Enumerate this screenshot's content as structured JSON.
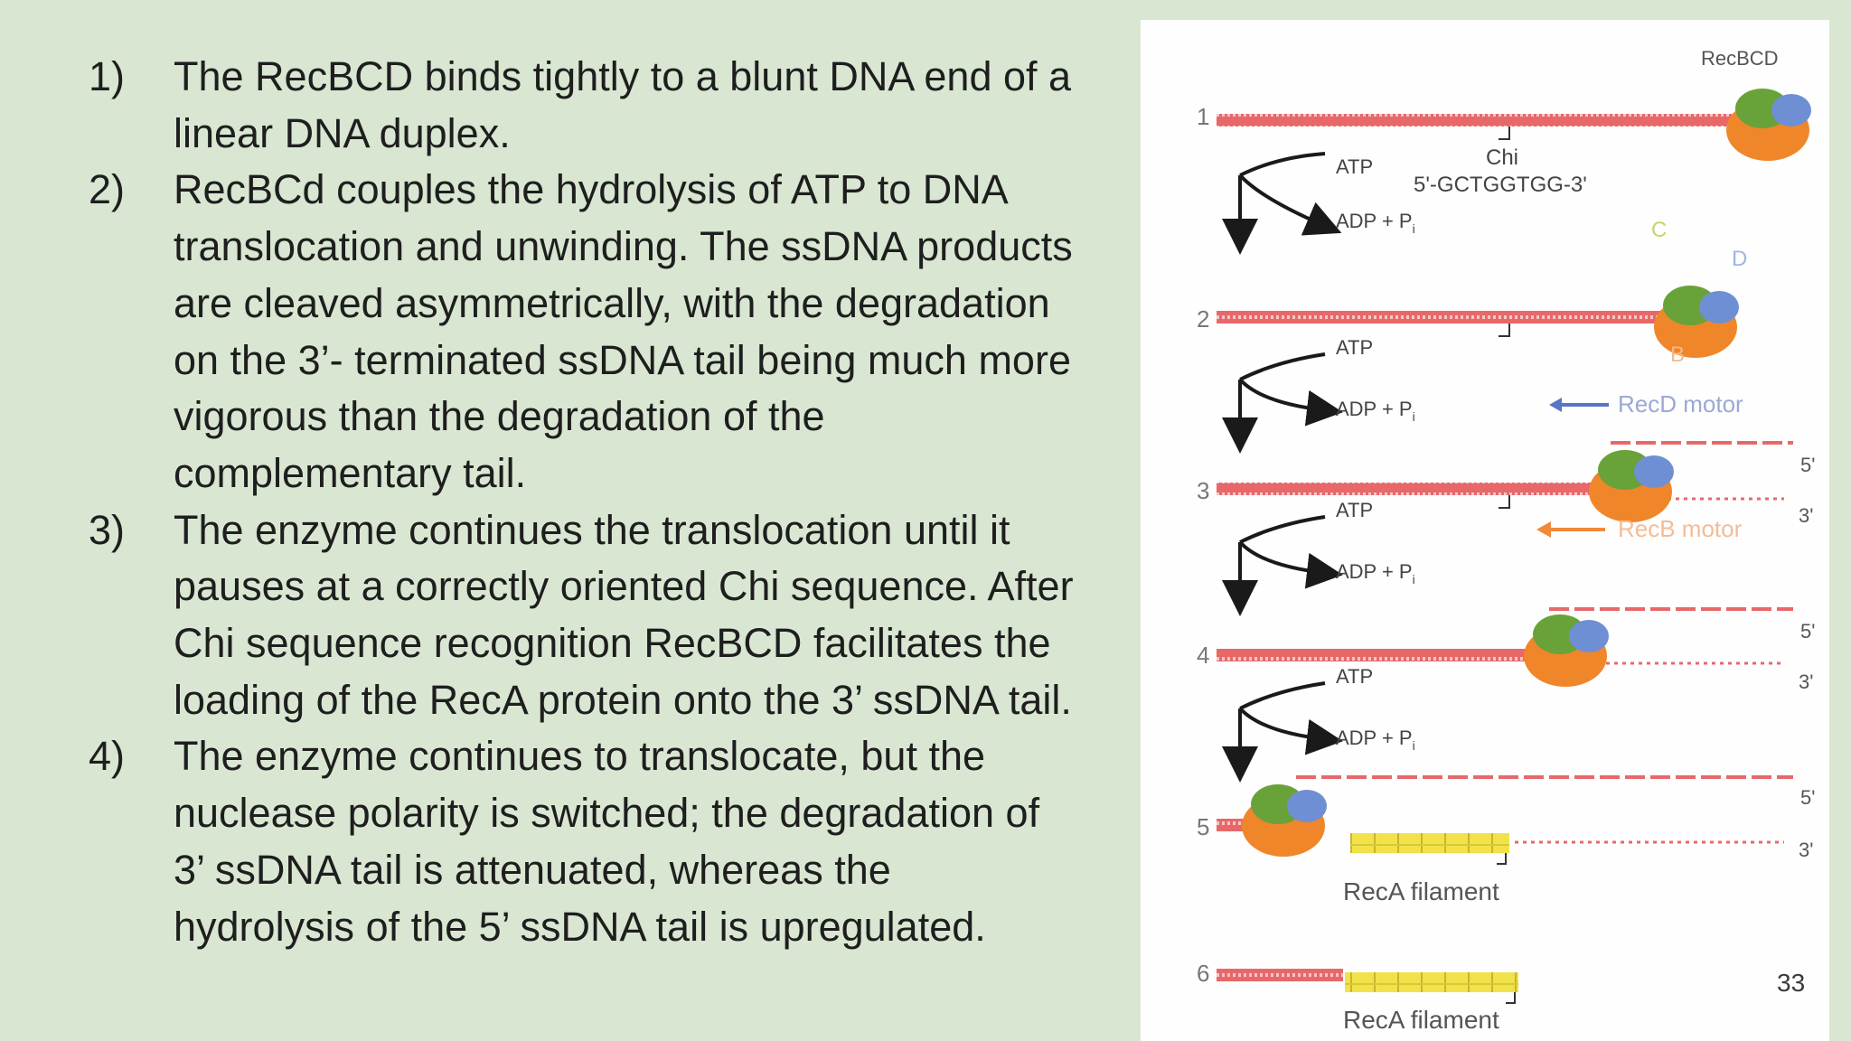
{
  "steps": [
    {
      "number": "1)",
      "text": "The RecBCD binds tightly to a blunt DNA end of a linear DNA duplex."
    },
    {
      "number": "2)",
      "text": "RecBCd couples the hydrolysis of ATP to DNA translocation and unwinding. The ssDNA products are cleaved asymmetrically, with the degradation on the 3’- terminated ssDNA tail being much more vigorous than the degradation of the complementary tail."
    },
    {
      "number": "3)",
      "text": "The enzyme continues the translocation until it pauses at a correctly oriented Chi sequence. After Chi sequence recognition RecBCD facilitates the loading of the RecA protein onto the 3’ ssDNA tail."
    },
    {
      "number": "4)",
      "text": "The enzyme continues to translocate, but the nuclease polarity is switched; the degradation of 3’ ssDNA tail is attenuated, whereas the hydrolysis of the 5’ ssDNA tail is upregulated."
    }
  ],
  "diagram": {
    "enzyme_label": "RecBCD",
    "chi_label": "Chi",
    "chi_sequence": "5'-GCTGGTGG-3'",
    "atp": "ATP",
    "adp": "ADP + P",
    "pi_sub": "i",
    "subunit_c": "C",
    "subunit_d": "D",
    "subunit_b": "B",
    "recd_motor": "RecD motor",
    "recb_motor": "RecB motor",
    "five_prime": "5'",
    "three_prime": "3'",
    "reca_filament": "RecA filament",
    "row_numbers": [
      "1",
      "2",
      "3",
      "4",
      "5",
      "6"
    ],
    "colors": {
      "dna": "#e8686a",
      "recb": "#f0862a",
      "recc": "#6aa23a",
      "recd": "#6f8fd4",
      "reca": "#f2e24a",
      "recb_motor": "#f08a3a",
      "recd_motor": "#5a74c8"
    }
  },
  "page_number": "33"
}
